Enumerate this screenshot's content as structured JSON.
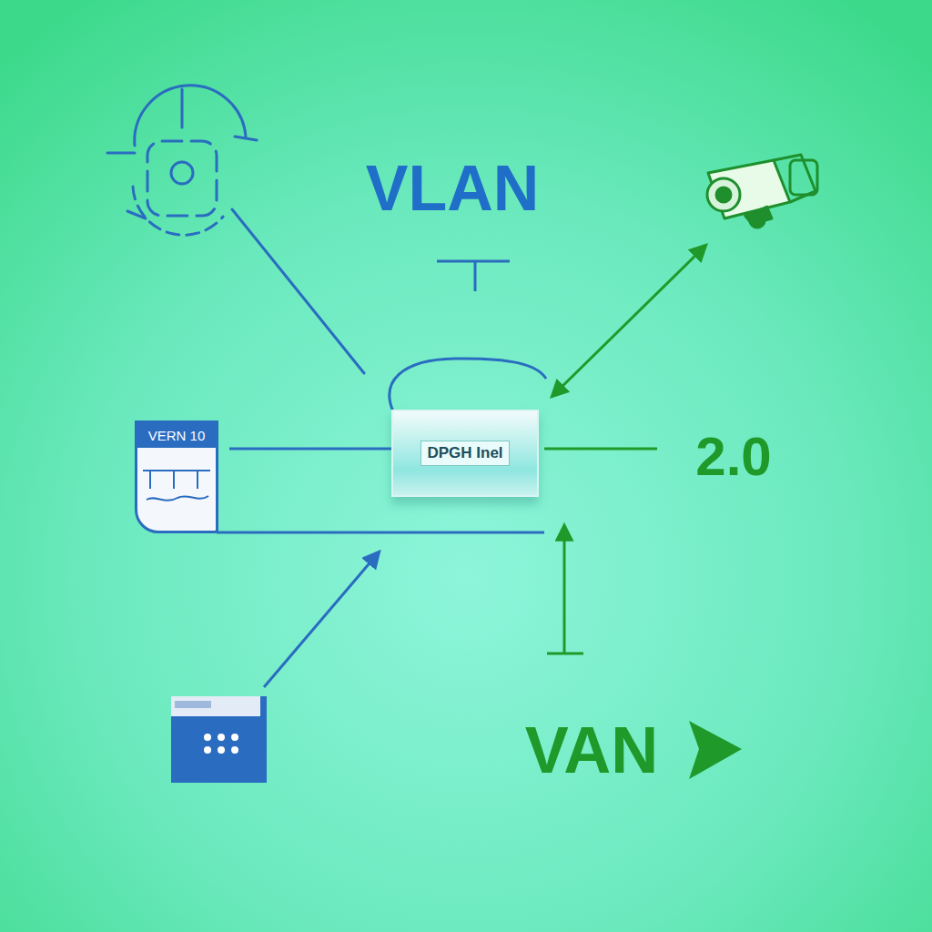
{
  "diagram": {
    "nodes": [
      {
        "text": [
          "VERN 10"
        ]
      },
      {
        "text": [
          "DPGH Inel"
        ]
      }
    ],
    "edges": [
      {
        "from": 0,
        "to": 1,
        "arrow": "none"
      }
    ],
    "labels": [
      "VLAN",
      "2.0",
      "VAN"
    ]
  }
}
